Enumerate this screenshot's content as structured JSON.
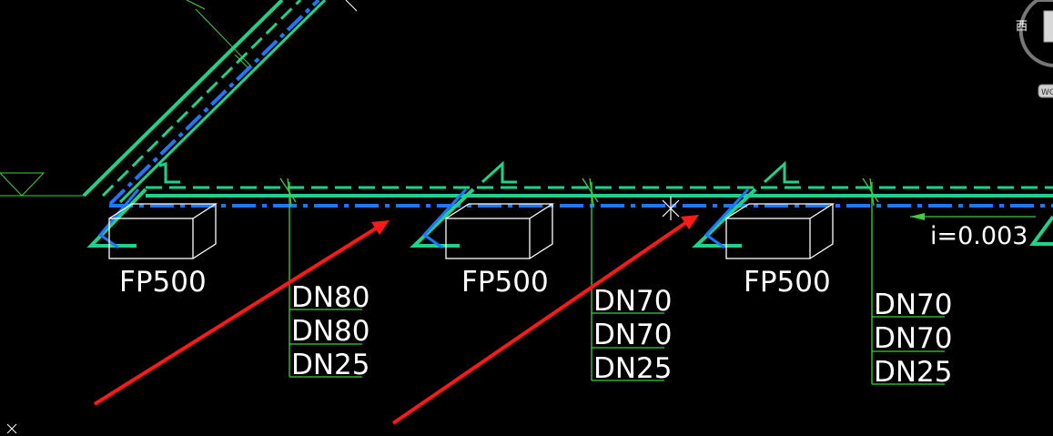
{
  "viewcube": {
    "west_label": "西",
    "wcs_label": "WCS"
  },
  "slope": {
    "label": "i=0.003"
  },
  "units": [
    {
      "label": "FP500"
    },
    {
      "label": "FP500"
    },
    {
      "label": "FP500"
    }
  ],
  "branches": [
    {
      "sizes": [
        "DN80",
        "DN80",
        "DN25"
      ]
    },
    {
      "sizes": [
        "DN70",
        "DN70",
        "DN25"
      ]
    },
    {
      "sizes": [
        "DN70",
        "DN70",
        "DN25"
      ]
    }
  ],
  "colors": {
    "background": "#000000",
    "supply_pipe": "#1fd18a",
    "return_pipe": "#1e78ff",
    "leader": "#3fcf3f",
    "annotation_arrow": "#ff1a1a",
    "text": "#ffffff"
  }
}
